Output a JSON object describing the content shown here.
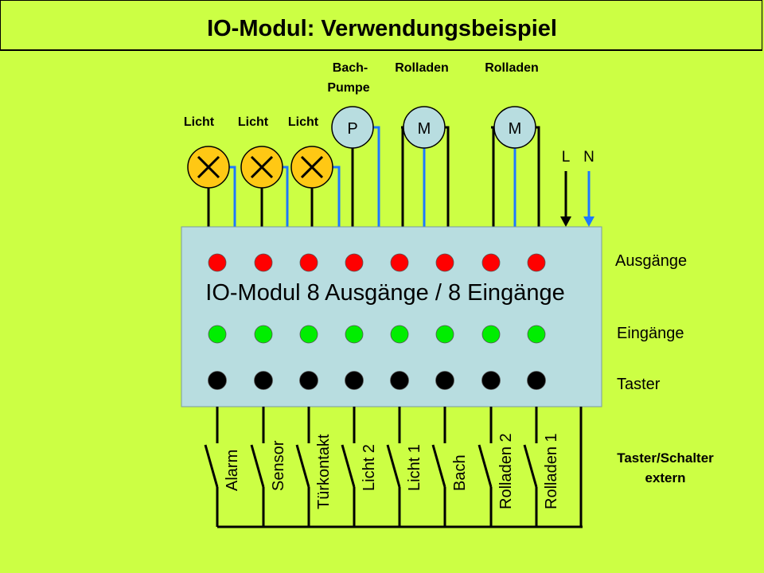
{
  "title": "IO-Modul: Verwendungsbeispiel",
  "module": {
    "name": "IO-Modul 8 Ausgänge / 8 Eingänge",
    "row_labels": {
      "outputs": "Ausgänge",
      "inputs": "Eingänge",
      "buttons": "Taster"
    },
    "colors": {
      "box": "#b8dde0",
      "output_led": "#ff0000",
      "input_led": "#00ee00",
      "button": "#000000"
    }
  },
  "lamps": [
    {
      "label": "Licht"
    },
    {
      "label": "Licht"
    },
    {
      "label": "Licht"
    }
  ],
  "motors": [
    {
      "symbol": "P",
      "label": "Bach-\nPumpe",
      "label_lines": [
        "Bach-",
        "Pumpe"
      ]
    },
    {
      "symbol": "M",
      "label": "Rolladen",
      "label_lines": [
        "Rolladen"
      ]
    },
    {
      "symbol": "M",
      "label": "Rolladen",
      "label_lines": [
        "Rolladen"
      ]
    }
  ],
  "power": {
    "l": "L",
    "n": "N"
  },
  "switches": [
    "Alarm",
    "Sensor",
    "Türkontakt",
    "Licht 2",
    "Licht 1",
    "Bach",
    "Rolladen 2",
    "Rolladen 1"
  ],
  "external": {
    "line1": "Taster/Schalter",
    "line2": "extern"
  },
  "colors": {
    "background": "#ccff44",
    "wire_blue": "#1e78ff",
    "lamp_fill": "#ffc814"
  }
}
